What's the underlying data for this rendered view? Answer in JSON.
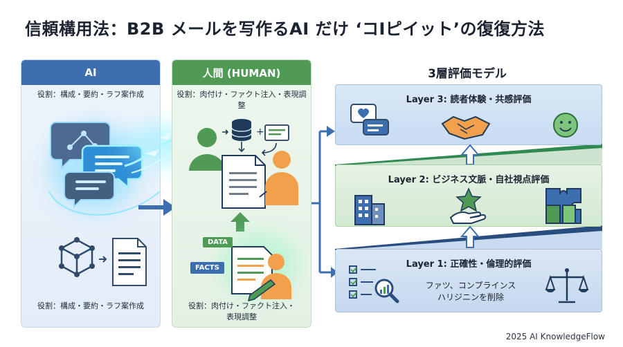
{
  "title": "信頼構用法：B2B メールを写作るAI だけ ‘コIピイット’の復復方法",
  "ai_panel": {
    "header": "AI",
    "role_top": "役割：構成・要約・ラフ案作成",
    "role_bottom": "役割：構成・要約・ラフ案作成",
    "icons": [
      "chat-bubbles-icon",
      "network-cube-icon",
      "document-icon"
    ]
  },
  "human_panel": {
    "header": "人間 (HUMAN)",
    "role_top": "役割：肉付け・ファクト注入・表現調整",
    "role_bottom_line1": "役割：肉付け・ファクト注入・",
    "role_bottom_line2": "表現調整",
    "tag_data": "DATA",
    "tag_facts": "FACTS"
  },
  "models": {
    "title": "3層評価モデル",
    "layer3": {
      "title": "Layer 3: 読者体験・共感評価"
    },
    "layer2": {
      "title": "Layer 2: ビジネス文脈・自社視点評価"
    },
    "layer1": {
      "title": "Layer 1: 正確性・倫理的評価",
      "sub_line1": "ファツ、コンプラインス",
      "sub_line2": "ハリジニンを削除"
    }
  },
  "colors": {
    "ai_blue": "#3d6fb0",
    "human_green": "#4f9a55",
    "glow_cyan": "#5ad7ff"
  },
  "footer": "2025 AI KnowledgeFlow"
}
